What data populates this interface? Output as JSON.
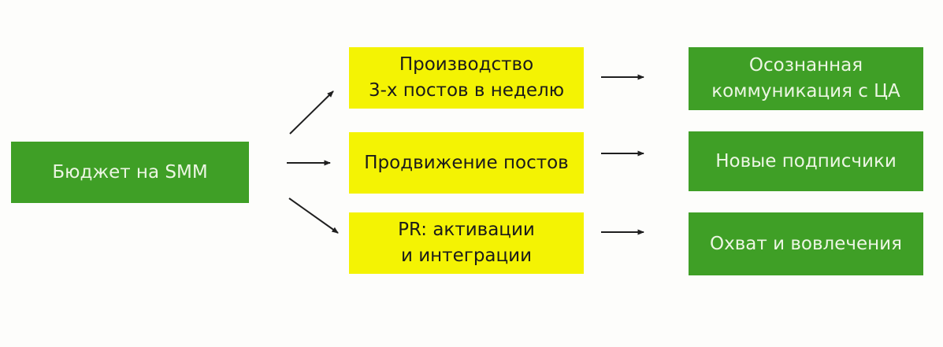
{
  "colors": {
    "background": "#fdfdfb",
    "green": "#3f9f26",
    "yellow": "#f4f303",
    "arrow": "#1f1f1f",
    "text_on_green": "#ecf6e3",
    "text_on_yellow": "#1b1b1b"
  },
  "diagram": {
    "source": {
      "id": "budget",
      "label": "Бюджет на SMM"
    },
    "activities": [
      {
        "id": "production",
        "lines": [
          "Производство",
          "3-х постов в неделю"
        ]
      },
      {
        "id": "promotion",
        "lines": [
          "Продвижение постов"
        ]
      },
      {
        "id": "pr",
        "lines": [
          "PR: активации",
          "и интеграции"
        ]
      }
    ],
    "outcomes": [
      {
        "id": "communication",
        "lines": [
          "Осознанная",
          "коммуникация с ЦА"
        ]
      },
      {
        "id": "subscribers",
        "lines": [
          "Новые подписчики"
        ]
      },
      {
        "id": "reach",
        "lines": [
          "Охват и вовлечения"
        ]
      }
    ],
    "connections": [
      {
        "from": "budget",
        "to": "production"
      },
      {
        "from": "budget",
        "to": "promotion"
      },
      {
        "from": "budget",
        "to": "pr"
      },
      {
        "from": "production",
        "to": "communication"
      },
      {
        "from": "promotion",
        "to": "subscribers"
      },
      {
        "from": "pr",
        "to": "reach"
      }
    ]
  }
}
